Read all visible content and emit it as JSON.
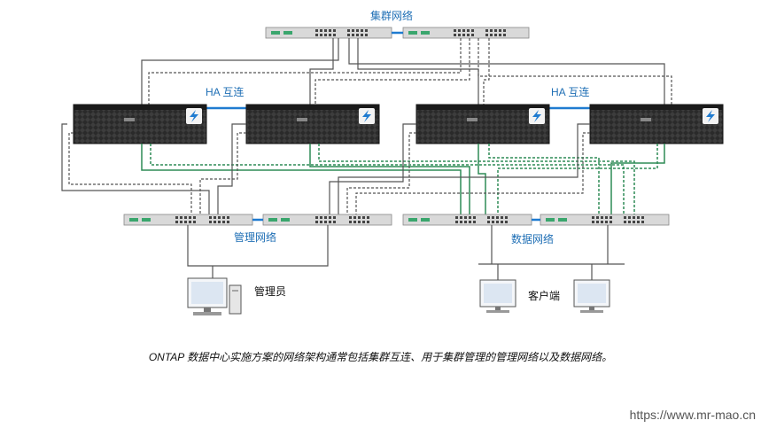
{
  "labels": {
    "cluster_network": "集群网络",
    "ha_interconnect_left": "HA 互连",
    "ha_interconnect_right": "HA 互连",
    "management_network": "管理网络",
    "data_network": "数据网络",
    "admin": "管理员",
    "clients": "客户端"
  },
  "caption": "ONTAP 数据中心实施方案的网络架构通常包括集群互连、用于集群管理的管理网络以及数据网络。",
  "watermark": "https://www.mr-mao.cn",
  "colors": {
    "label_blue": "#1f6fb5",
    "data_green": "#2e8b57",
    "line_gray": "#555555",
    "node_dark": "#1e1e1e",
    "ha_blue": "#1f7bd0"
  },
  "icons": [
    "storage-node-icon",
    "network-switch-icon",
    "workstation-icon",
    "monitor-icon",
    "lightning-icon"
  ]
}
